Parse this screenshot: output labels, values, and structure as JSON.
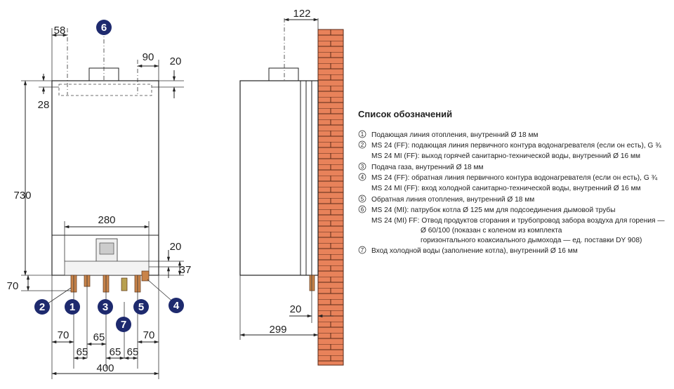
{
  "front_view": {
    "dimensions": {
      "top_left_offset": "58",
      "top_right_offset": "90",
      "top_right_small": "20",
      "top_depth": "28",
      "height": "730",
      "inner_width": "280",
      "right_small": "20",
      "right_bottom": "37",
      "left_bottom": "70",
      "bottom_70_left": "70",
      "bottom_70_right": "70",
      "spacing_1": "65",
      "spacing_2": "65",
      "spacing_3": "65",
      "spacing_4": "65",
      "width": "400"
    },
    "markers": [
      "1",
      "2",
      "3",
      "4",
      "5",
      "6",
      "7"
    ],
    "marker_color": "#1e2a6e"
  },
  "side_view": {
    "dimensions": {
      "wall_gap_top": "122",
      "pipe_offset": "20",
      "depth": "299"
    },
    "brick_color": "#e8825a"
  },
  "legend": {
    "title": "Список обозначений",
    "items": [
      {
        "num": "1",
        "lines": [
          "Подающая линия отопления, внутренний Ø 18 мм"
        ]
      },
      {
        "num": "2",
        "lines": [
          "MS 24 (FF): подающая линия первичного контура водонагревателя (если он есть), G ¾",
          "MS 24 MI (FF): выход горячей санитарно-технической воды, внутренний Ø 16 мм"
        ]
      },
      {
        "num": "3",
        "lines": [
          "Подача газа, внутренний Ø 18 мм"
        ]
      },
      {
        "num": "4",
        "lines": [
          "MS 24 (FF): обратная линия первичного контура водонагревателя (если он есть), G ¾",
          "MS 24 MI (FF): вход холодной санитарно-технической воды, внутренний Ø 16 мм"
        ]
      },
      {
        "num": "5",
        "lines": [
          "Обратная линия отопления, внутренний Ø 18 мм"
        ]
      },
      {
        "num": "6",
        "lines": [
          "MS 24 (MI): патрубок котла Ø 125 мм для подсоединения дымовой трубы",
          "MS 24 (MI) FF:  Отвод продуктов сгорания и трубопровод забора воздуха для горения —",
          "Ø 60/100 (показан с коленом из комплекта",
          "горизонтального коаксиального дымохода — ед. поставки DY 908)"
        ]
      },
      {
        "num": "7",
        "lines": [
          "Вход холодной воды (заполнение котла), внутренний Ø 16 мм"
        ]
      }
    ]
  }
}
